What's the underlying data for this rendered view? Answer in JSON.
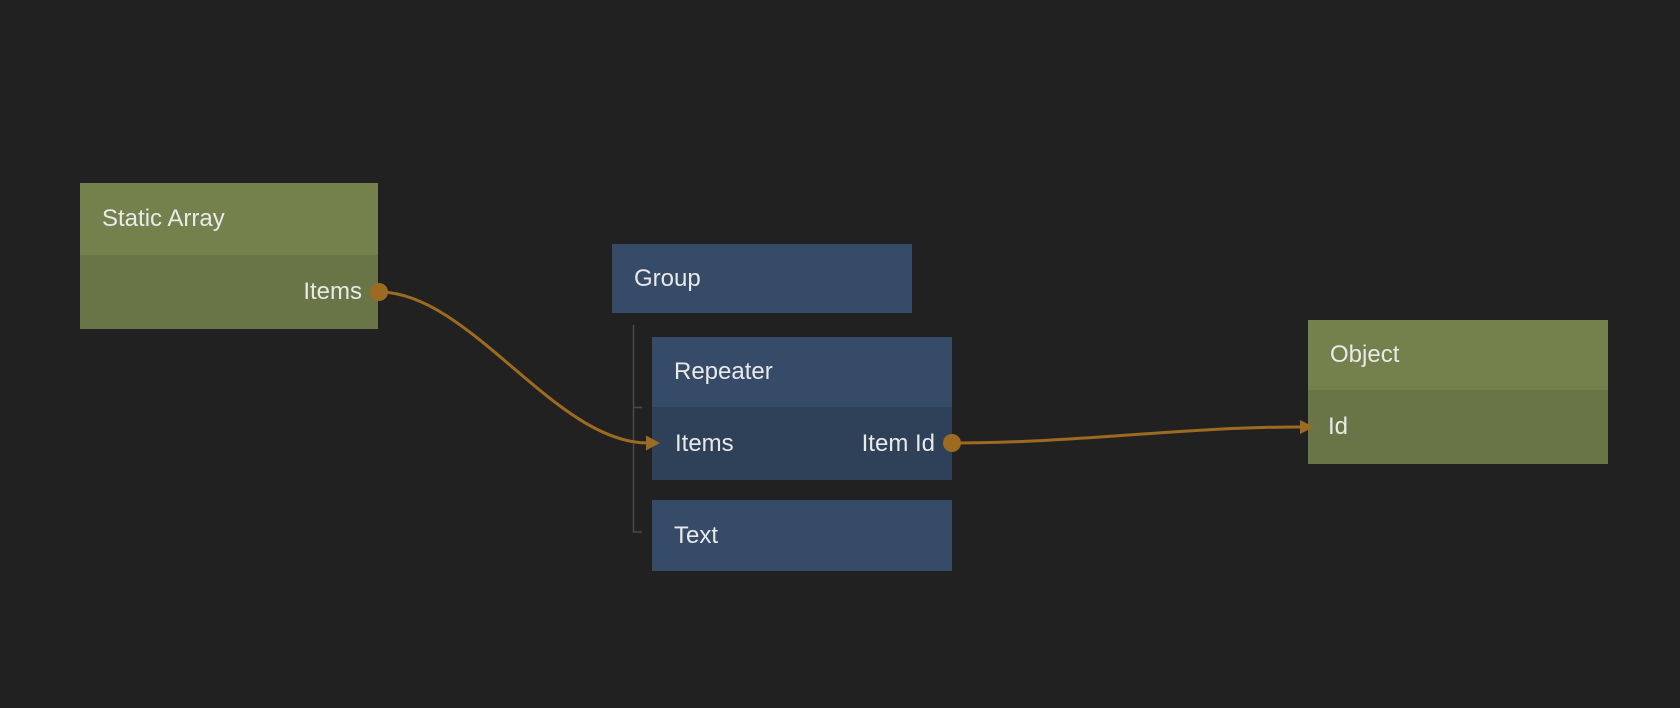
{
  "canvas": {
    "background": "#212121",
    "colors": {
      "green-header": "#74814c",
      "green-body": "#697546",
      "blue-header": "#354b68",
      "blue-body": "#2f4159",
      "connection": "#9c6b21",
      "tree-line": "#4b4b4b",
      "text": "#e9e9e9"
    }
  },
  "nodes": [
    {
      "id": "static-array",
      "title": "Static Array",
      "variant": "green",
      "ports": [
        {
          "label": "Items",
          "direction": "output"
        }
      ]
    },
    {
      "id": "group",
      "title": "Group",
      "variant": "blue",
      "ports": []
    },
    {
      "id": "repeater",
      "title": "Repeater",
      "variant": "blue",
      "ports": [
        {
          "label": "Items",
          "direction": "input"
        },
        {
          "label": "Item Id",
          "direction": "output"
        }
      ]
    },
    {
      "id": "text",
      "title": "Text",
      "variant": "blue",
      "ports": []
    },
    {
      "id": "object",
      "title": "Object",
      "variant": "green",
      "ports": [
        {
          "label": "Id",
          "direction": "input"
        }
      ]
    }
  ],
  "connections": [
    {
      "from": "Static Array.Items",
      "to": "Repeater.Items"
    },
    {
      "from": "Repeater.Item Id",
      "to": "Object.Id"
    }
  ],
  "hierarchy": {
    "parent": "Group",
    "children": [
      "Repeater",
      "Text"
    ]
  }
}
